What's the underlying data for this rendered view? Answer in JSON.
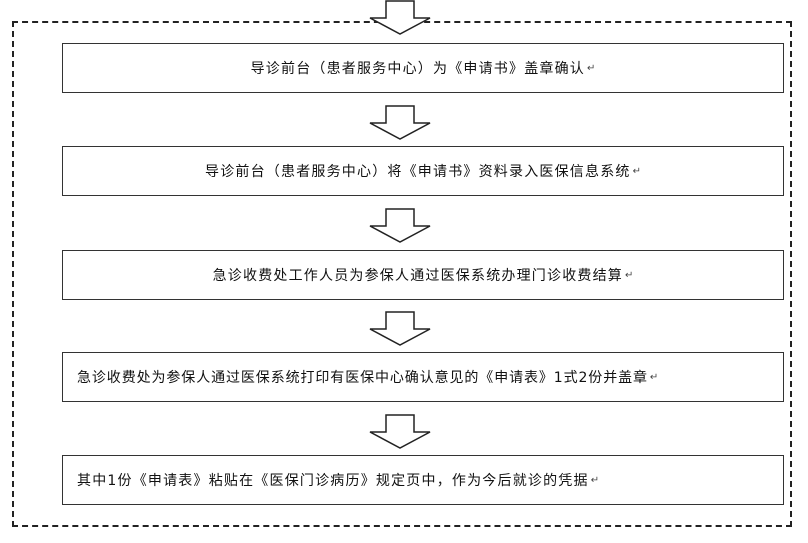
{
  "steps": [
    {
      "text": "导诊前台（患者服务中心）为《申请书》盖章确认",
      "mark": "↵"
    },
    {
      "text": "导诊前台（患者服务中心）将《申请书》资料录入医保信息系统",
      "mark": "↵"
    },
    {
      "text": "急诊收费处工作人员为参保人通过医保系统办理门诊收费结算",
      "mark": "↵"
    },
    {
      "text": "急诊收费处为参保人通过医保系统打印有医保中心确认意见的《申请表》1式2份并盖章",
      "mark": "↵"
    },
    {
      "text": "其中1份《申请表》粘贴在《医保门诊病历》规定页中，作为今后就诊的凭据",
      "mark": "↵"
    }
  ]
}
